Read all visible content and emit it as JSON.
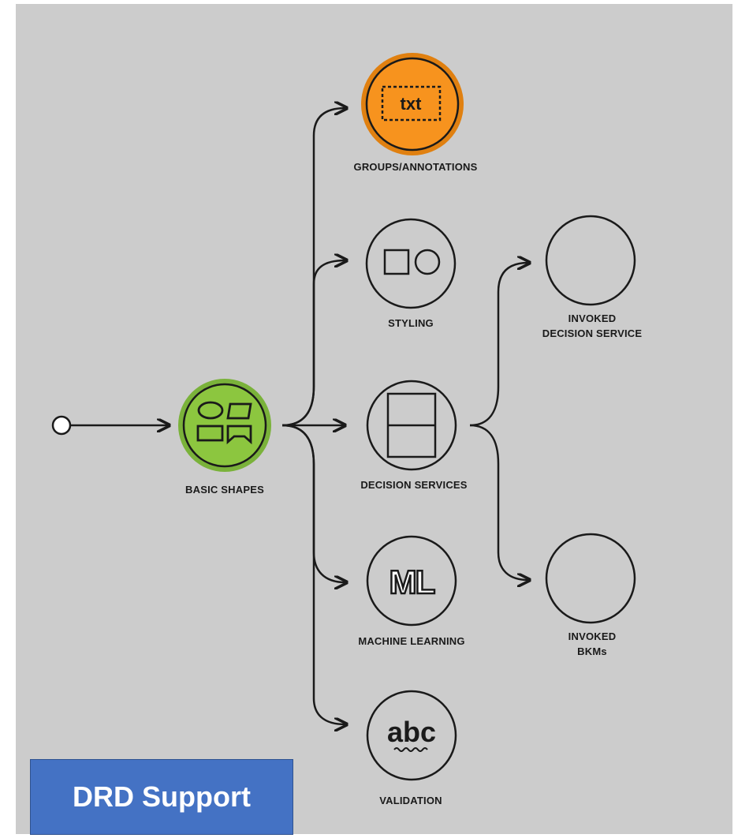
{
  "title": "DRD Support",
  "colors": {
    "background": "#cccccc",
    "stroke": "#1a1a1a",
    "basic_shapes_fill": "#8cc63f",
    "groups_fill": "#f7931e",
    "title_box": "#4472c4"
  },
  "nodes": {
    "basic_shapes": {
      "label": "BASIC SHAPES",
      "icon": "shapes-icon"
    },
    "groups_annotations": {
      "label": "GROUPS/ANNOTATIONS",
      "icon_text": "txt",
      "icon": "text-annotation-icon"
    },
    "styling": {
      "label": "STYLING",
      "icon": "square-circle-icon"
    },
    "decision_services": {
      "label": "DECISION SERVICES",
      "icon": "decision-service-icon"
    },
    "machine_learning": {
      "label": "MACHINE LEARNING",
      "icon_text": "ML",
      "icon": "ml-icon"
    },
    "validation": {
      "label": "VALIDATION",
      "icon_text": "abc",
      "icon": "spellcheck-icon"
    },
    "invoked_decision_service": {
      "label_line1": "INVOKED",
      "label_line2": "DECISION SERVICE"
    },
    "invoked_bkms": {
      "label_line1": "INVOKED",
      "label_line2": "BKMs"
    }
  }
}
